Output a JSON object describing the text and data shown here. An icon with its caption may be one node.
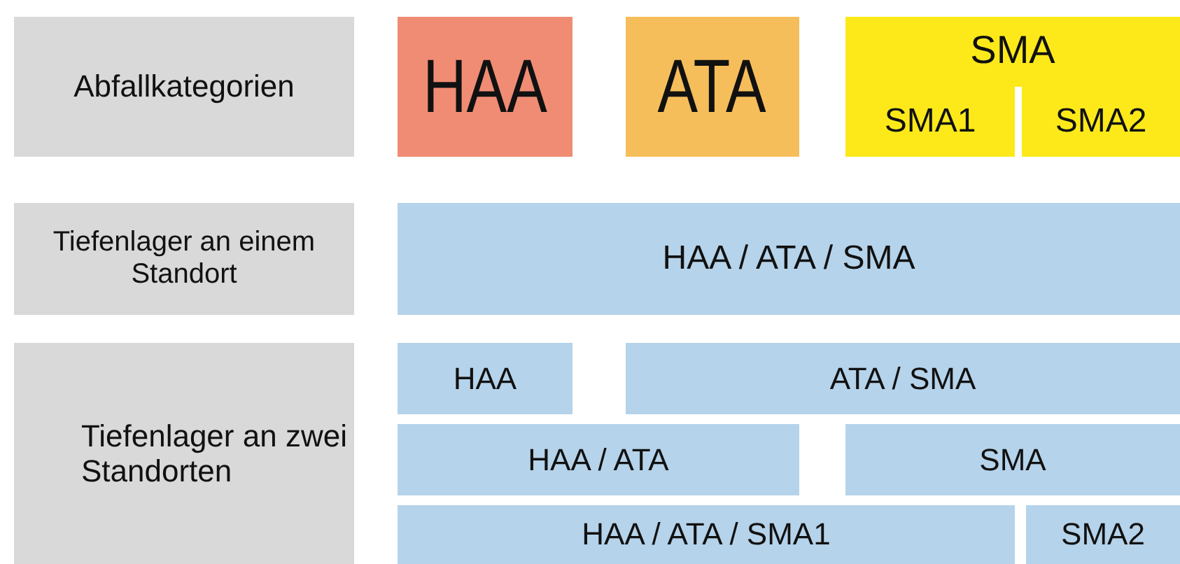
{
  "diagram": {
    "nodes": [
      {
        "text": [
          "Abfallkategorien"
        ]
      },
      {
        "text": [
          "HAA"
        ]
      },
      {
        "text": [
          "ATA"
        ]
      },
      {
        "text": [
          "SMA"
        ]
      },
      {
        "text": [
          "SMA1"
        ],
        "in": 3
      },
      {
        "text": [
          "SMA2"
        ],
        "in": 3
      },
      {
        "text": [
          "Tiefenlager an einem Standort"
        ]
      },
      {
        "text": [
          "HAA / ATA / SMA"
        ]
      },
      {
        "text": [
          "Tiefenlager an zwei Standorten"
        ]
      },
      {
        "text": [
          "HAA"
        ]
      },
      {
        "text": [
          "ATA / SMA"
        ]
      },
      {
        "text": [
          "HAA / ATA"
        ]
      },
      {
        "text": [
          "SMA"
        ]
      },
      {
        "text": [
          "HAA / ATA / SMA1"
        ]
      },
      {
        "text": [
          "SMA2"
        ]
      }
    ]
  }
}
